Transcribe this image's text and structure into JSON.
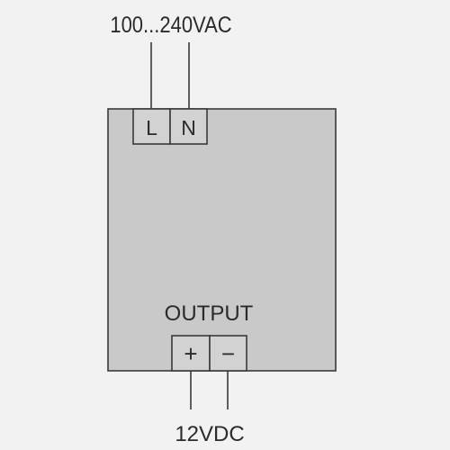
{
  "diagram": {
    "input_label": "100...240VAC",
    "output_heading": "OUTPUT",
    "output_label": "12VDC",
    "terminals": {
      "input": [
        "L",
        "N"
      ],
      "output": [
        "+",
        "−"
      ]
    }
  },
  "colors": {
    "background": "#f2f2f2",
    "body_fill": "#c9c9c9",
    "terminal_fill": "#d2d2d2",
    "line": "#3a3a3a",
    "text": "#2b2b2b"
  }
}
